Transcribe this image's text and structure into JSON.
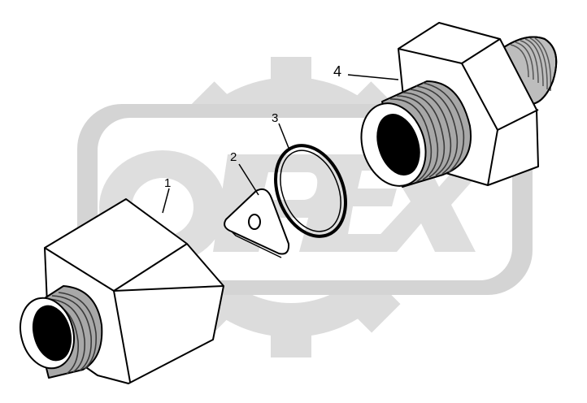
{
  "diagram": {
    "callouts": [
      {
        "id": "1",
        "label": "1"
      },
      {
        "id": "2",
        "label": "2"
      },
      {
        "id": "3",
        "label": "3"
      },
      {
        "id": "4",
        "label": "4"
      }
    ],
    "watermark": {
      "text": "OPEX",
      "color": "#d8d8d8"
    },
    "colors": {
      "line": "#000000",
      "part_fill": "#ffffff",
      "thread_shade": "#ababab",
      "bore_dark": "#000000"
    }
  }
}
